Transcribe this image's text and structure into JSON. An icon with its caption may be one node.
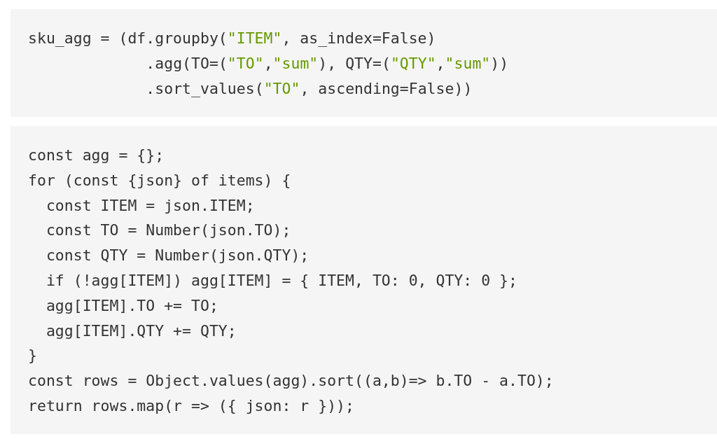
{
  "diagram": {
    "labels": [
      "sku_agg = (df.groupby(\"ITEM\", as_index=False)",
      ".agg(TO=(\"TO\",\"sum\"), QTY=(\"QTY\",\"sum\"))",
      ".sort_values(\"TO\", ascending=False))",
      "const agg = {};",
      "for (const {json} of items) {",
      "const ITEM = json.ITEM;",
      "const TO = Number(json.TO);",
      "const QTY = Number(json.QTY);",
      "if (!agg[ITEM]) agg[ITEM] = { ITEM, TO: 0, QTY: 0 };",
      "agg[ITEM].TO += TO;",
      "agg[ITEM].QTY += QTY;",
      "}",
      "const rows = Object.values(agg).sort((a,b)=> b.TO - a.TO);",
      "return rows.map(r => ({ json: r }));"
    ]
  }
}
